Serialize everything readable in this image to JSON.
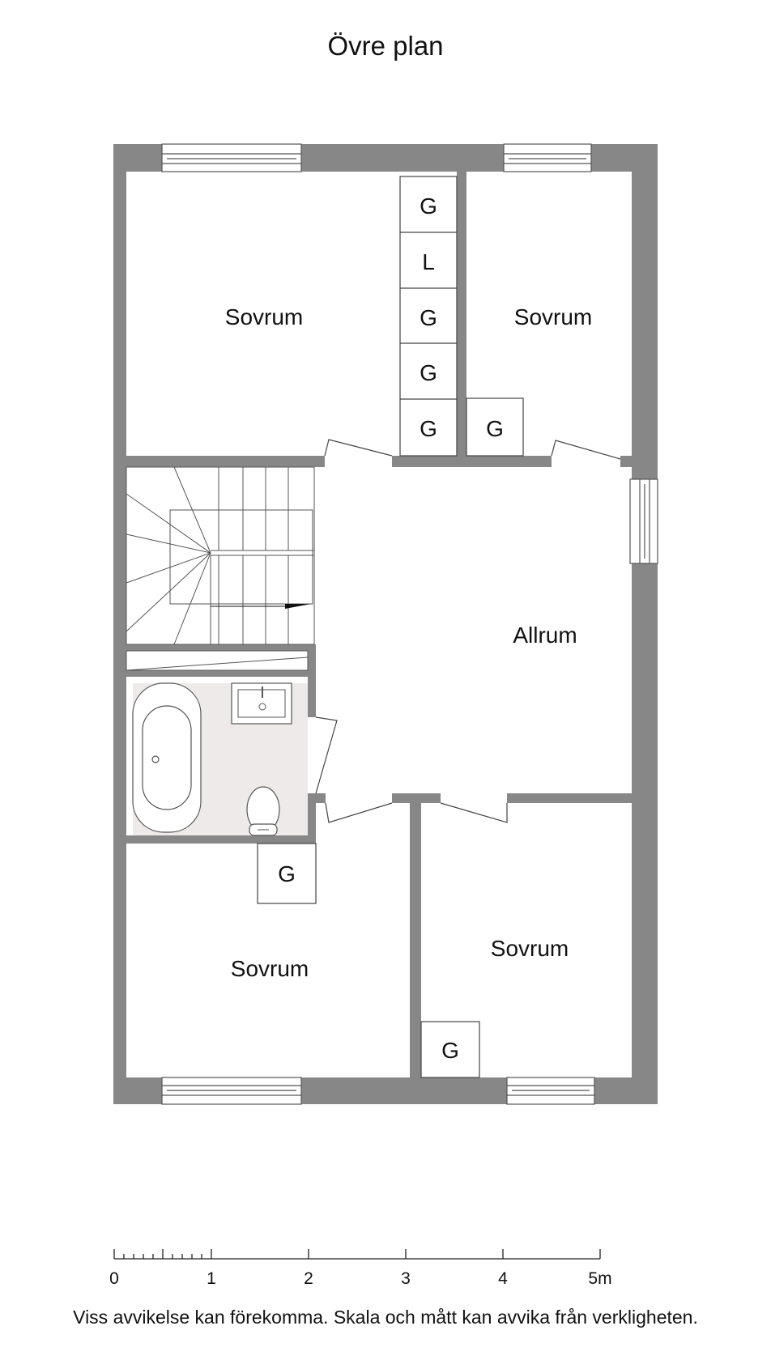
{
  "title": "Övre plan",
  "rooms": {
    "bedroom_nw": "Sovrum",
    "bedroom_ne": "Sovrum",
    "living": "Allrum",
    "bedroom_sw": "Sovrum",
    "bedroom_se": "Sovrum"
  },
  "closets": {
    "c1": "G",
    "c2": "L",
    "c3": "G",
    "c4": "G",
    "c5": "G",
    "c6": "G",
    "c7": "G",
    "c8": "G"
  },
  "scale": {
    "ticks": [
      "0",
      "1",
      "2",
      "3",
      "4",
      "5m"
    ]
  },
  "disclaimer": "Viss avvikelse kan förekomma. Skala och mått kan avvika från verkligheten.",
  "colors": {
    "wall": "#878787",
    "bathroom_floor": "#efeaea",
    "line": "#333333"
  }
}
